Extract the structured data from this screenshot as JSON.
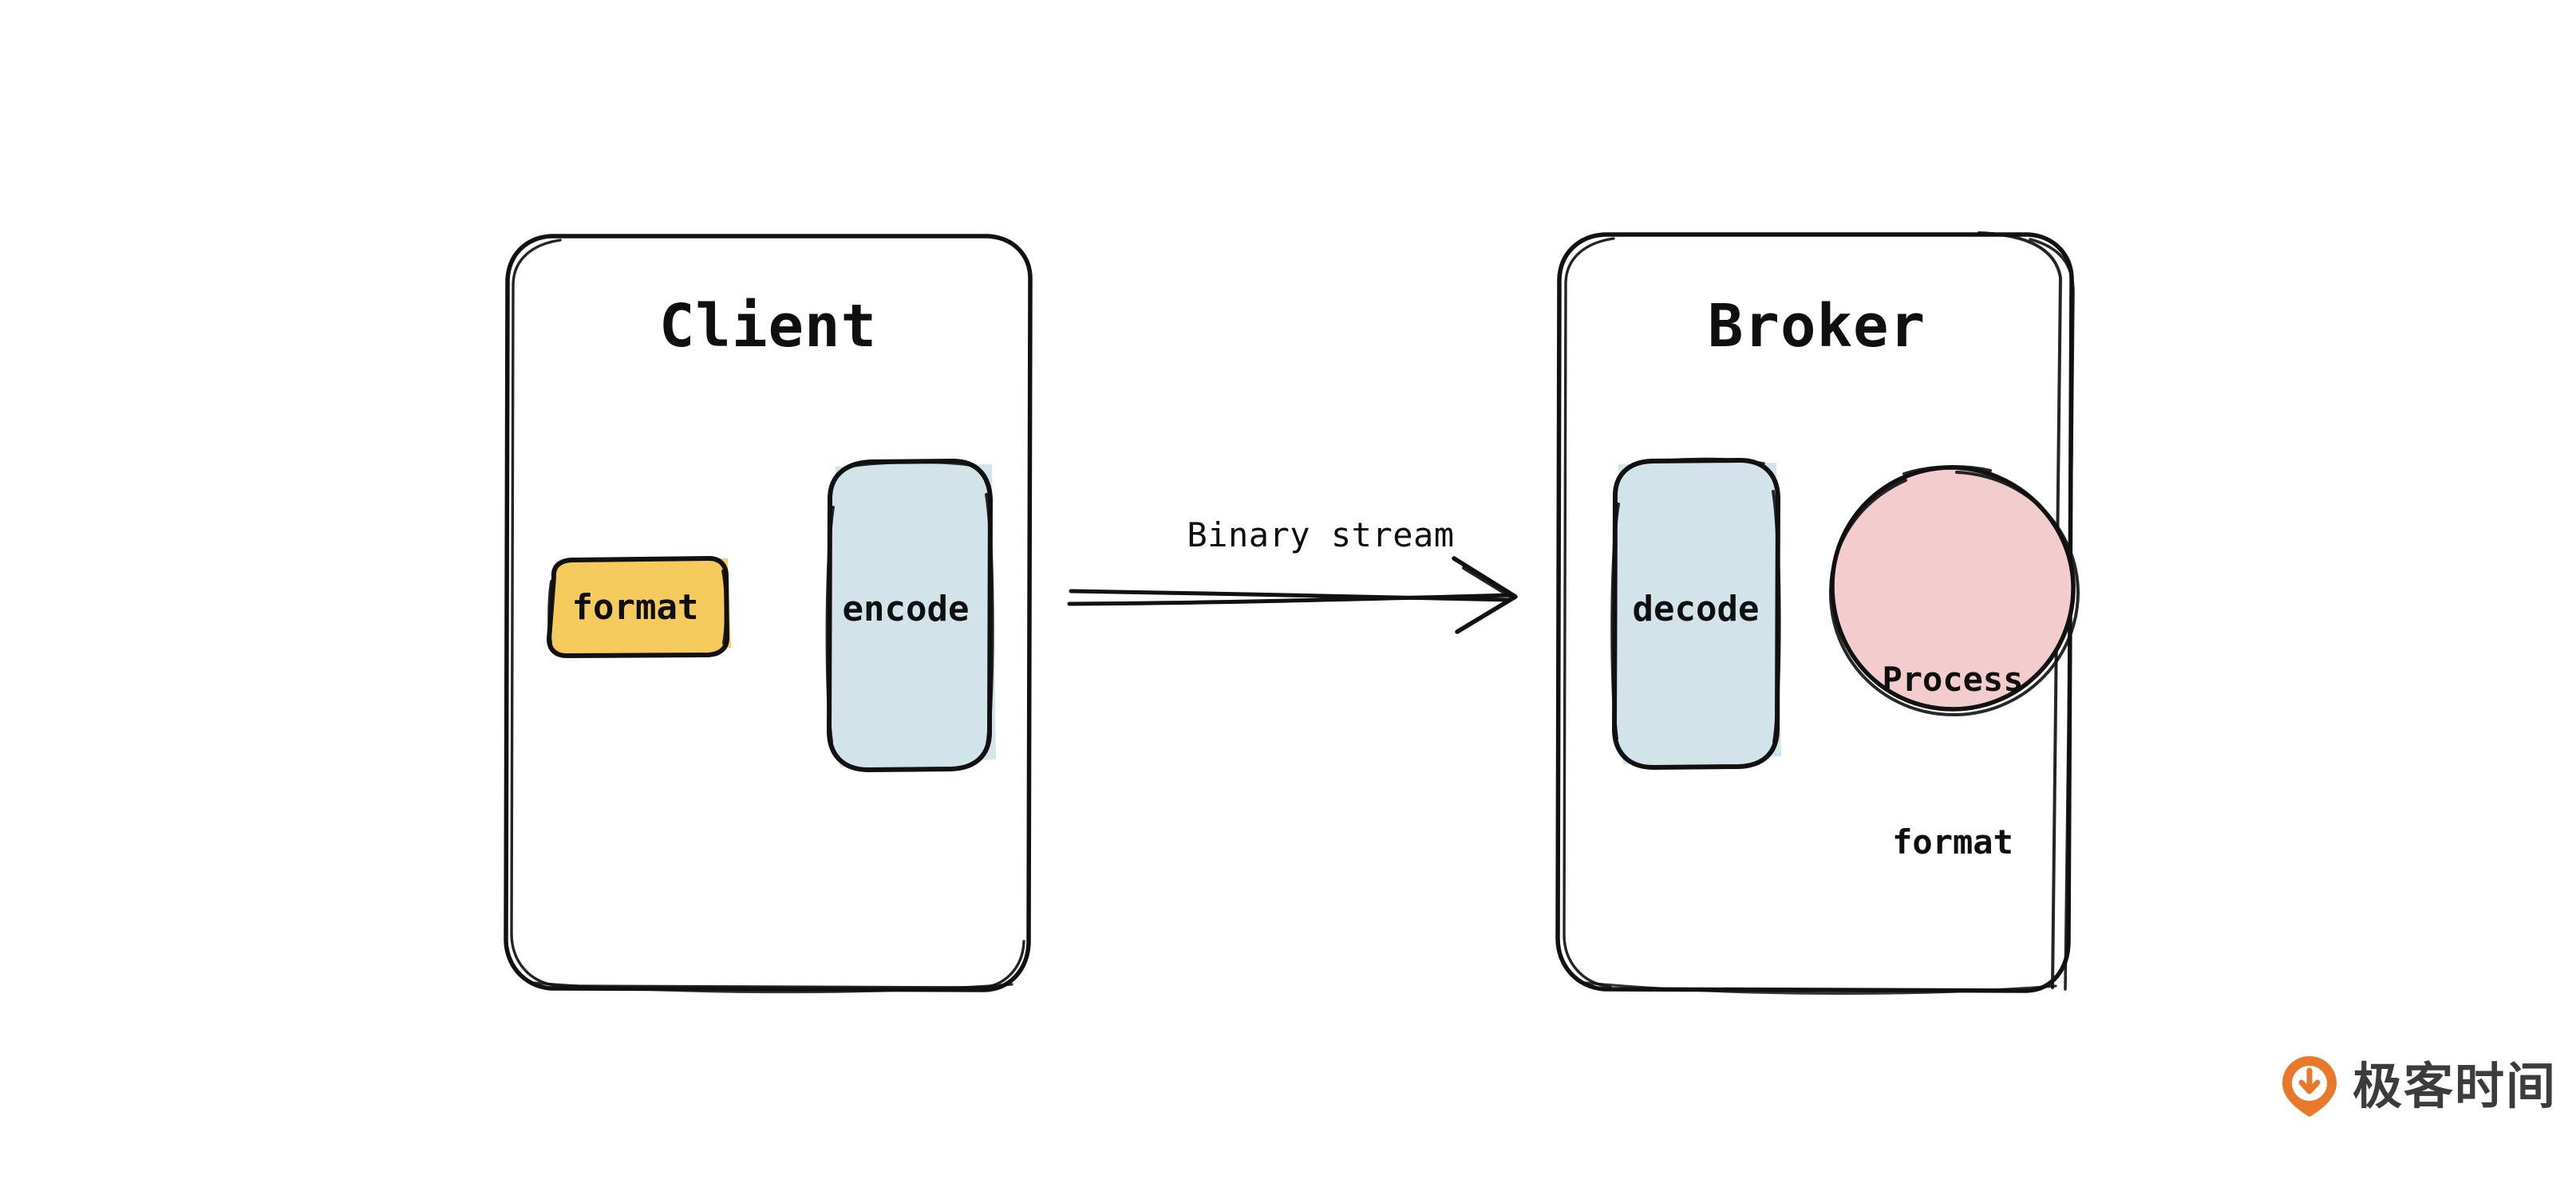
{
  "diagram": {
    "title": "Client-Broker binary stream encoding flow",
    "background_color": "#ffffff",
    "stroke_color": "#111111",
    "panels": [
      {
        "id": "client",
        "title": "Client",
        "nodes": [
          {
            "id": "format",
            "label": "format",
            "shape": "rounded-rect",
            "fill": "#f6cb5e"
          },
          {
            "id": "encode",
            "label": "encode",
            "shape": "rounded-rect",
            "fill": "#d2e3ea"
          }
        ]
      },
      {
        "id": "broker",
        "title": "Broker",
        "nodes": [
          {
            "id": "decode",
            "label": "decode",
            "shape": "rounded-rect",
            "fill": "#d2e3ea"
          },
          {
            "id": "process",
            "label_line1": "Process",
            "label_line2": "format",
            "shape": "circle",
            "fill": "#f3cdcd"
          }
        ]
      }
    ],
    "edge": {
      "id": "binary-stream",
      "label": "Binary stream",
      "from": "client",
      "to": "broker",
      "style": "sketchy-double-line",
      "arrowhead": "open-double"
    }
  },
  "watermark": {
    "text": "极客时间",
    "icon": "geektime-pin-icon",
    "icon_color": "#e8792b",
    "text_color": "#3c3c3c"
  },
  "colors": {
    "yellow": "#f6cb5e",
    "blue": "#d2e3ea",
    "pink": "#f3cdcd",
    "ink": "#111111",
    "orange": "#e8792b"
  }
}
